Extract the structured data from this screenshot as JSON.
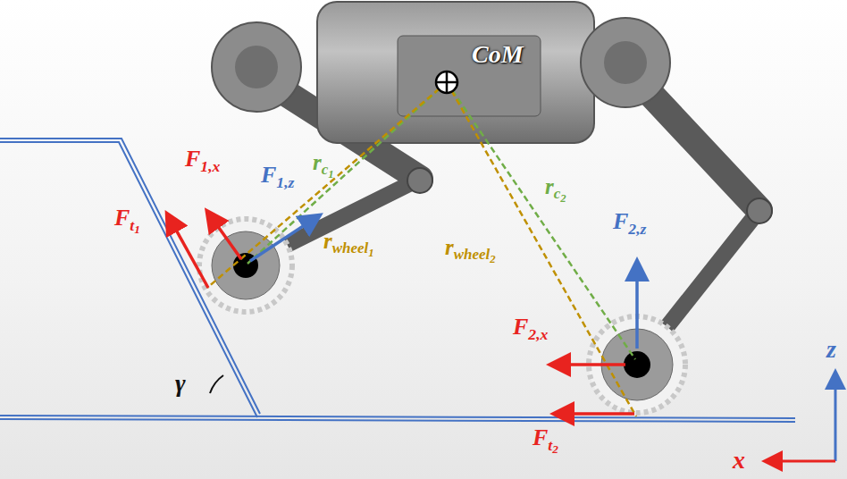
{
  "diagram": {
    "labels": [
      "CoM",
      "F1,x",
      "Ft1",
      "F1,z",
      "rc1",
      "rwheel1",
      "rwheel2",
      "rc2",
      "F2,z",
      "F2,x",
      "Ft2",
      "γ",
      "z",
      "x"
    ]
  }
}
